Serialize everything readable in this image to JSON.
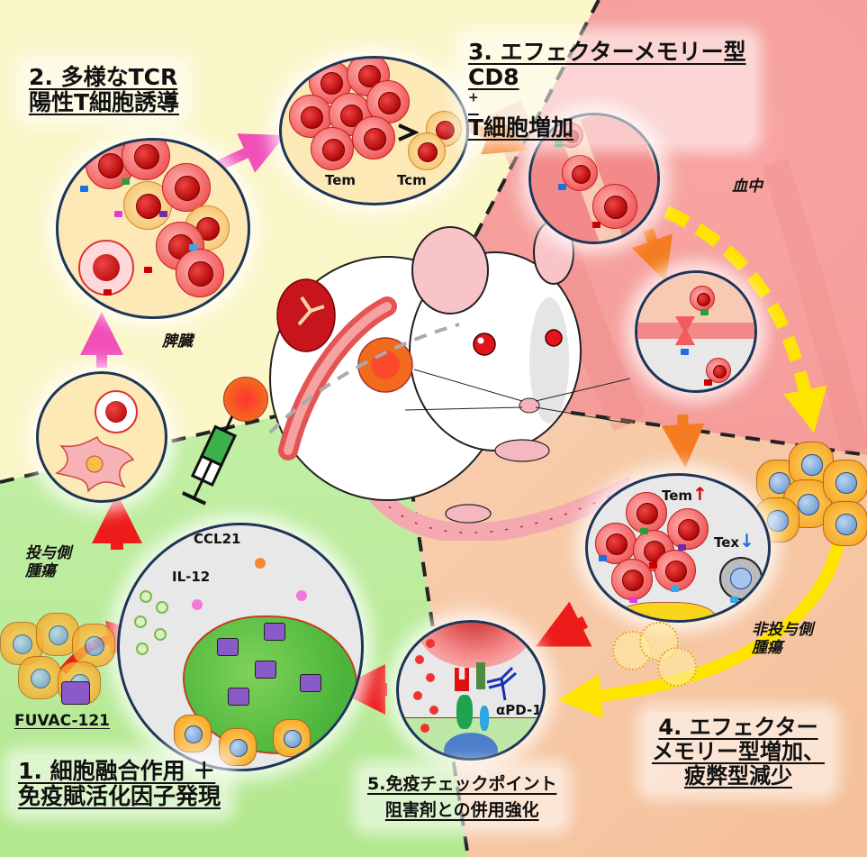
{
  "figure": {
    "type": "illustrated mechanism diagram",
    "colors": {
      "zone_spleen": "#fbf6c8",
      "zone_blood": "#f9a9a6",
      "zone_injected_tumor": "#bdeca0",
      "zone_noninjected_tumor": "#f7c6a3",
      "t_cell_red": "#f25c5c",
      "tumor_orange": "#f5a623",
      "arrow_magenta": "#f04fb8",
      "arrow_red": "#ee1b1b",
      "arrow_orange": "#f47b20",
      "arrow_yellow": "#ffe400"
    }
  },
  "steps": {
    "step1": {
      "line1": "1. 細胞融合作用 ＋",
      "line2": "免疫賦活化因子発現"
    },
    "step2": {
      "line1": "2. 多様なTCR",
      "line2": "陽性T細胞誘導"
    },
    "step3": {
      "line1": "3. エフェクターメモリー型",
      "line2_pre": "CD8",
      "line2_sup": "+",
      "line2_post": "T細胞増加"
    },
    "step4": {
      "line1": "4. エフェクター",
      "line2": "メモリー型増加、",
      "line3": "疲弊型減少"
    },
    "step5": {
      "line1": "5.免疫チェックポイント",
      "line2": "阻害剤との併用強化"
    }
  },
  "regions": {
    "spleen": "脾臓",
    "blood": "血中",
    "injected_tumor": {
      "line1": "投与側",
      "line2": "腫瘍"
    },
    "noninjected_tumor": {
      "line1": "非投与側",
      "line2": "腫瘍"
    }
  },
  "labels": {
    "vaccine": "FUVAC-121",
    "cytokine1": "CCL21",
    "cytokine2": "IL-12",
    "tem": "Tem",
    "tcm": "Tcm",
    "tem_up": "Tem",
    "tem_up_arrow": "↑",
    "tex_down": "Tex",
    "tex_down_arrow": "↓",
    "antibody": "αPD-1"
  }
}
